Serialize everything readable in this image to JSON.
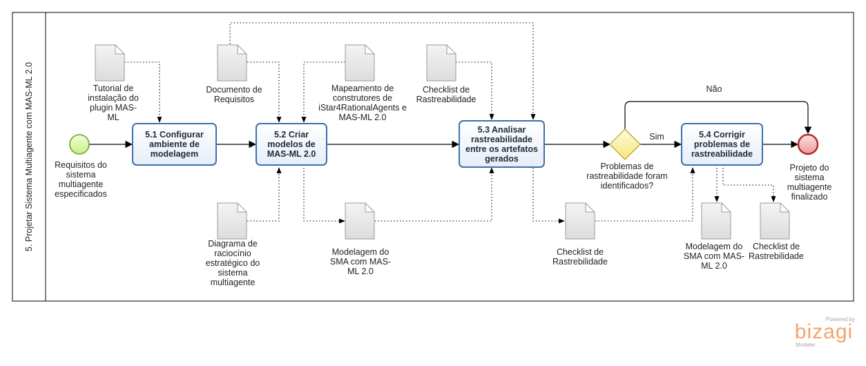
{
  "lane": {
    "title": "5. Projetar Sistema Multiagente com MAS-ML 2.0"
  },
  "start_event": {
    "label": "Requisitos do sistema multiagente especificados"
  },
  "end_event": {
    "label": "Projeto do sistema multiagente finalizado"
  },
  "tasks": [
    {
      "id": "5.1",
      "label": "5.1 Configurar ambiente de modelagem"
    },
    {
      "id": "5.2",
      "label": "5.2 Criar modelos de MAS-ML 2.0"
    },
    {
      "id": "5.3",
      "label": "5.3 Analisar rastreabilidade entre os artefatos gerados"
    },
    {
      "id": "5.4",
      "label": "5.4 Corrigir problemas de rastreabilidade"
    }
  ],
  "gateway": {
    "label": "Problemas de rastreabilidade foram identificados?",
    "yes": "Sim",
    "no": "Não"
  },
  "artifacts": [
    {
      "label": "Tutorial de instalação do plugin MAS-ML"
    },
    {
      "label": "Documento de Requisitos"
    },
    {
      "label": "Mapeamento de construtores de iStar4RationalAgents e MAS-ML 2.0"
    },
    {
      "label": "Checklist de Rastreabilidade"
    },
    {
      "label": "Diagrama de raciocínio estratégico do sistema multiagente"
    },
    {
      "label": "Modelagem do SMA com MAS-ML 2.0"
    },
    {
      "label": "Checklist de Rastrebilidade"
    },
    {
      "label": "Modelagem do SMA com MAS-ML 2.0"
    },
    {
      "label": "Checklist de Rastrebilidade"
    }
  ],
  "branding": {
    "powered": "Powered by",
    "logo": "bizagi",
    "product": "Modeler"
  },
  "colors": {
    "task_border": "#3a6fb0",
    "task_fill": "#e6eef8",
    "start_fill": "#d9f5a6",
    "start_stroke": "#5aa02c",
    "end_fill": "#f4b3b3",
    "end_stroke": "#b02a2a",
    "gateway_fill": "#fbf3a6",
    "gateway_stroke": "#b9a52a",
    "doc_fill": "#e9e9e9",
    "doc_stroke": "#9a9a9a",
    "logo": "#f2a36c"
  }
}
